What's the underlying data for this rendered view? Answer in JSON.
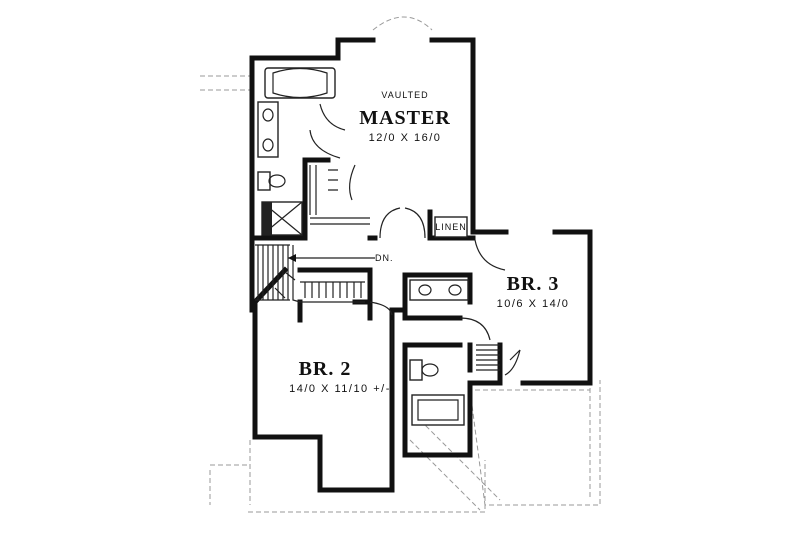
{
  "rooms": {
    "master": {
      "note": "VAULTED",
      "name": "MASTER",
      "dims": "12/0 X 16/0"
    },
    "br3": {
      "name": "BR. 3",
      "dims": "10/6 X 14/0"
    },
    "br2": {
      "name": "BR. 2",
      "dims": "14/0 X 11/10 +/-"
    }
  },
  "labels": {
    "linen": "LINEN",
    "stairs_down": "DN."
  }
}
